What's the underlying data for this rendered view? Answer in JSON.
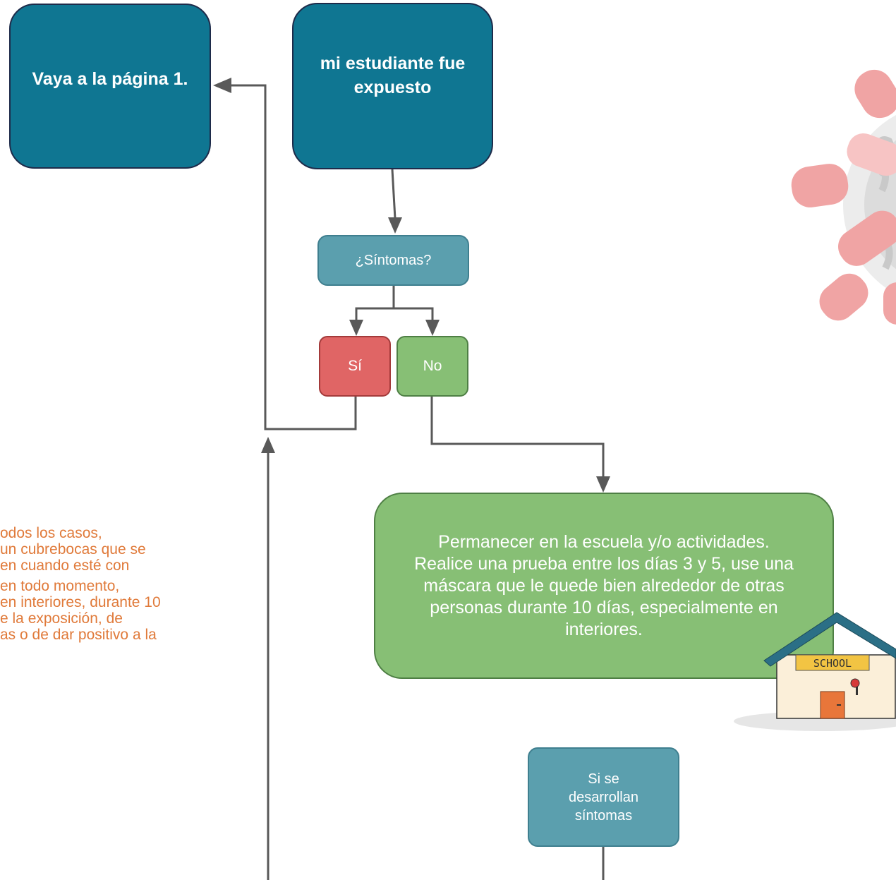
{
  "nodes": {
    "go_page1": "Vaya a la página 1.",
    "exposed": "mi estudiante fue expuesto",
    "symptoms_q": "¿Síntomas?",
    "yes": "Sí",
    "no": "No",
    "stay_school": "Permanecer en la escuela y/o actividades. Realice una prueba entre los días 3 y 5, use una máscara que le quede bien alrededor de otras personas durante 10 días, especialmente en interiores.",
    "if_symptoms": "Si se desarrollan síntomas"
  },
  "note_lines": [
    "odos los casos,",
    "un cubrebocas que se",
    "en cuando esté con",
    " en todo momento,",
    " en interiores, durante 10",
    "e la exposición, de",
    "as o de dar positivo a la"
  ],
  "school_sign": "SCHOOL",
  "colors": {
    "dark_box": "#0f7692",
    "mid_box": "#5b9fae",
    "yes_box": "#e06565",
    "no_box": "#87bf75",
    "note_text": "#e07a3a",
    "arrow": "#595959"
  }
}
